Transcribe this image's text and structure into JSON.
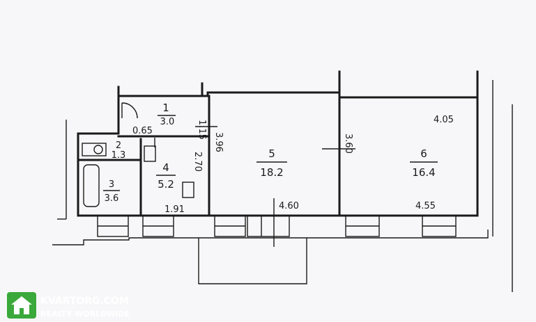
{
  "rooms": [
    {
      "number": "1",
      "area": "3.0"
    },
    {
      "number": "2",
      "area": "1.3"
    },
    {
      "number": "3",
      "area": "3.6"
    },
    {
      "number": "4",
      "area": "5.2"
    },
    {
      "number": "5",
      "area": "18.2"
    },
    {
      "number": "6",
      "area": "16.4"
    }
  ],
  "dimensions": {
    "d_0_65": "0.65",
    "d_1_15": "1.15",
    "d_3_96": "3.96",
    "d_2_70": "2.70",
    "d_1_91": "1.91",
    "d_3_60": "3.60",
    "d_4_60": "4.60",
    "d_4_55": "4.55",
    "d_4_05": "4.05"
  },
  "watermark": {
    "site": "KVARTORG.COM",
    "tagline": "REALTY WORLDWIDE",
    "logo_color": "#3aa83a"
  }
}
